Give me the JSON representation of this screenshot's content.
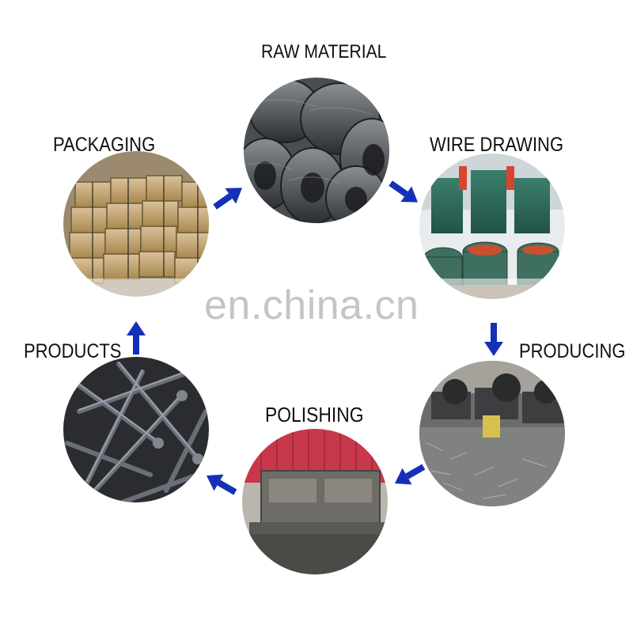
{
  "watermark": "en.china.cn",
  "steps": [
    {
      "id": "raw-material",
      "label": "RAW MATERIAL"
    },
    {
      "id": "wire-drawing",
      "label": "WIRE DRAWING"
    },
    {
      "id": "producing",
      "label": "PRODUCING"
    },
    {
      "id": "polishing",
      "label": "POLISHING"
    },
    {
      "id": "products",
      "label": "PRODUCTS"
    },
    {
      "id": "packaging",
      "label": "PACKAGING"
    }
  ],
  "colors": {
    "arrow": "#1530b8",
    "text": "#111111"
  },
  "icons": [
    "arrow-icon"
  ]
}
